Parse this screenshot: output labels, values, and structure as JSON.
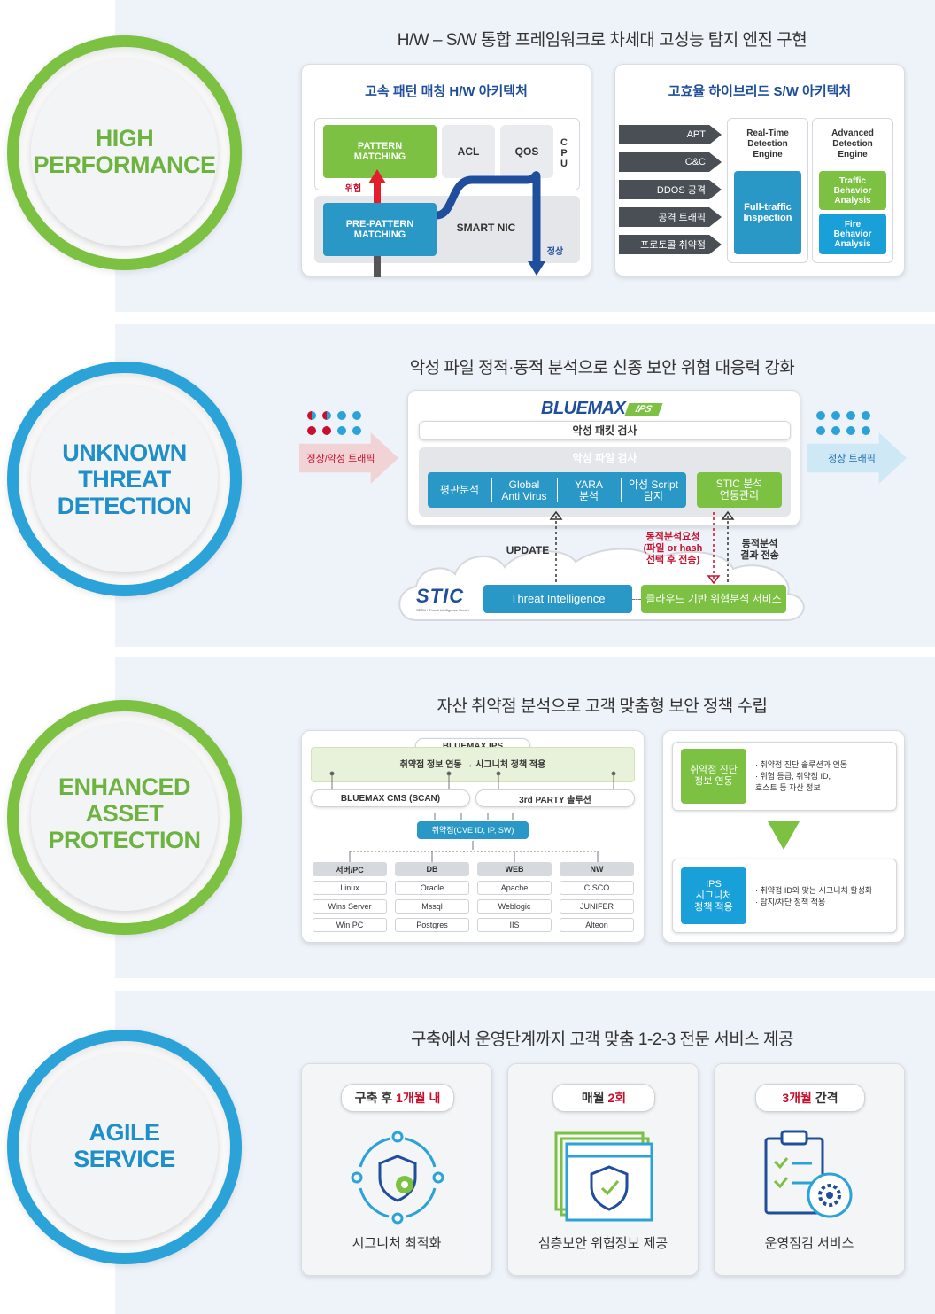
{
  "sections": [
    {
      "title": "HIGH\nPERFORMANCE",
      "subtitle": "H/W – S/W 통합 프레임워크로 차세대 고성능 탐지 엔진 구현"
    },
    {
      "title": "UNKNOWN\nTHREAT\nDETECTION",
      "subtitle": "악성 파일 정적·동적 분석으로 신종 보안 위협 대응력 강화"
    },
    {
      "title": "ENHANCED\nASSET\nPROTECTION",
      "subtitle": "자산 취약점 분석으로 고객 맞춤형 보안 정책 수립"
    },
    {
      "title": "AGILE\nSERVICE",
      "subtitle": "구축에서 운영단계까지 고객 맞춤 1-2-3 전문 서비스 제공"
    }
  ],
  "hw": {
    "title": "고속 패턴 매칭 H/W 아키텍처",
    "pattern": "PATTERN\nMATCHING",
    "acl": "ACL",
    "qos": "QOS",
    "cpu": "C\nP\nU",
    "threat": "위협",
    "prepattern": "PRE-PATTERN\nMATCHING",
    "smartnic": "SMART NIC",
    "normal": "정상"
  },
  "sw": {
    "title": "고효율 하이브리드 S/W 아키텍처",
    "tags": [
      "APT",
      "C&C",
      "DDOS 공격",
      "공격 트래픽",
      "프로토콜 취약점"
    ],
    "rt_title": "Real-Time\nDetection\nEngine",
    "full": "Full-traffic\nInspection",
    "adv_title": "Advanced\nDetection\nEngine",
    "traffic": "Traffic\nBehavior\nAnalysis",
    "fire": "Fire\nBehavior\nAnalysis"
  },
  "utd": {
    "in_label": "정상/악성 트래픽",
    "out_label": "정상 트래픽",
    "brand": "BLUEMAX",
    "brand_ips": "IPS",
    "packet": "악성 패킷 검사",
    "file": "악성 파일 검사",
    "engines": [
      "평판분석",
      "Global\nAnti Virus",
      "YARA\n분석",
      "악성 Script\n탐지"
    ],
    "stic": "STIC 분석\n연동관리",
    "update": "UPDATE",
    "dyn_req": "동적분석요청\n(파일 or hash\n선택 후 전송)",
    "dyn_res": "동적분석\n결과 전송",
    "stic_logo": "STIC",
    "stic_sub": "SECU i Threat Intelligence Center",
    "ti": "Threat Intelligence",
    "cloud": "클라우드 기반 위협분석 서비스"
  },
  "asset": {
    "ips": "BLUEMAX IPS",
    "policy": "취약점 정보 연동 → 시그니처 정책 적용",
    "cms": "BLUEMAX CMS (SCAN)",
    "third": "3rd PARTY 솔루션",
    "vuln": "취약점(CVE ID, IP, SW)",
    "columns": [
      {
        "head": "서버/PC",
        "items": [
          "Linux",
          "Wins Server",
          "Win PC"
        ]
      },
      {
        "head": "DB",
        "items": [
          "Oracle",
          "Mssql",
          "Postgres"
        ]
      },
      {
        "head": "WEB",
        "items": [
          "Apache",
          "Weblogic",
          "IIS"
        ]
      },
      {
        "head": "NW",
        "items": [
          "CISCO",
          "JUNIFER",
          "Alteon"
        ]
      }
    ],
    "diag_box": "취약점 진단\n정보 연동",
    "diag_text": "· 취약점 진단 솔루션과 연동\n· 위험 등급, 취약점 ID,\n  호스트 등 자산 정보",
    "ips_box": "IPS\n시그니처\n정책 적용",
    "ips_text": "· 취약점 ID와 맞는 시그니처 활성화\n· 탐지/차단 정책 적용"
  },
  "agile": {
    "cards": [
      {
        "pre": "구축 후 ",
        "hl": "1개월 내",
        "post": "",
        "label": "시그니처 최적화"
      },
      {
        "pre": "매월 ",
        "hl": "2회",
        "post": "",
        "label": "심층보안 위협정보 제공"
      },
      {
        "pre": "",
        "hl": "3개월",
        "post": " 간격",
        "label": "운영점검 서비스"
      }
    ]
  },
  "colors": {
    "green": "#7cc142",
    "blue": "#2ca3d8",
    "red": "#c8102e",
    "navy": "#1f4e9c"
  }
}
